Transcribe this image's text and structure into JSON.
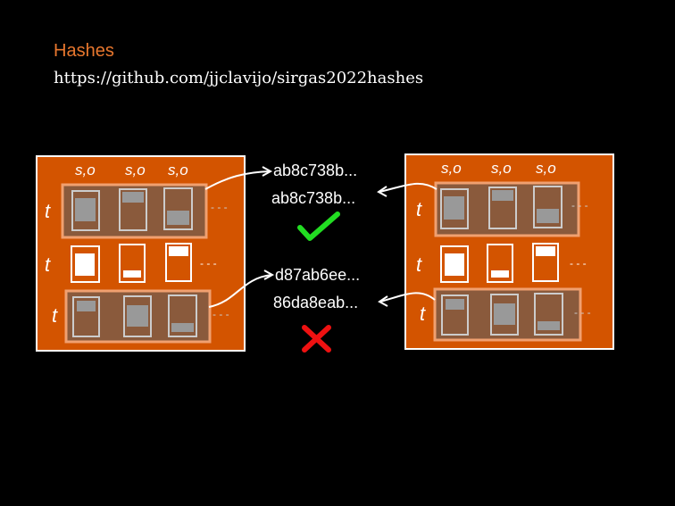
{
  "slide": {
    "title": "Hashes",
    "url": "https://github.com/jjclavijo/sirgas2022hashes"
  },
  "panels": {
    "column_label": "s,o",
    "row_label": "t",
    "ellipsis": "- - -"
  },
  "hashes": {
    "match_left": "ab8c738b...",
    "match_right": "ab8c738b...",
    "mismatch_left": "d87ab6ee...",
    "mismatch_right": "86da8eab..."
  },
  "marks": {
    "match_icon": "check-icon",
    "mismatch_icon": "cross-icon"
  },
  "colors": {
    "background": "#000000",
    "accent": "#e8772e",
    "panel_fill": "#d35400",
    "row_highlight": "#8a5a3c",
    "check": "#22dd22",
    "cross": "#ee1111"
  }
}
